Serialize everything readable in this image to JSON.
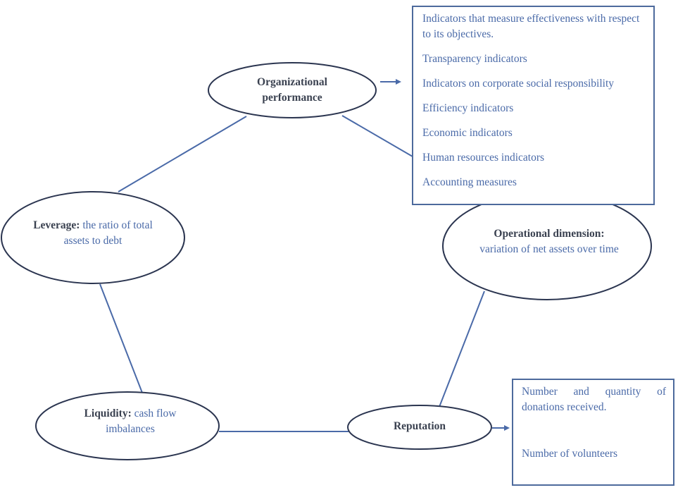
{
  "diagram": {
    "nodes": {
      "organizational_performance": {
        "term": "Organizational performance",
        "desc": ""
      },
      "leverage": {
        "term": "Leverage:",
        "desc": "the ratio of total assets to debt"
      },
      "operational_dimension": {
        "term": "Operational dimension:",
        "desc": "variation of net assets over time"
      },
      "liquidity": {
        "term": "Liquidity:",
        "desc": "cash flow imbalances"
      },
      "reputation": {
        "term": "Reputation",
        "desc": ""
      }
    },
    "performance_indicators": [
      "Indicators that measure effectiveness with respect to its objectives.",
      "Transparency indicators",
      "Indicators on corporate social responsibility",
      "Efficiency indicators",
      "Economic indicators",
      "Human resources indicators",
      "Accounting measures"
    ],
    "reputation_indicators": [
      "Number and quantity of donations received.",
      "Number of volunteers"
    ],
    "colors": {
      "ellipse_stroke": "#2b3550",
      "connector": "#4a6aa8",
      "box_border": "#4d6a9c",
      "term_text": "#3a4150",
      "desc_text": "#4a6aa8"
    }
  }
}
